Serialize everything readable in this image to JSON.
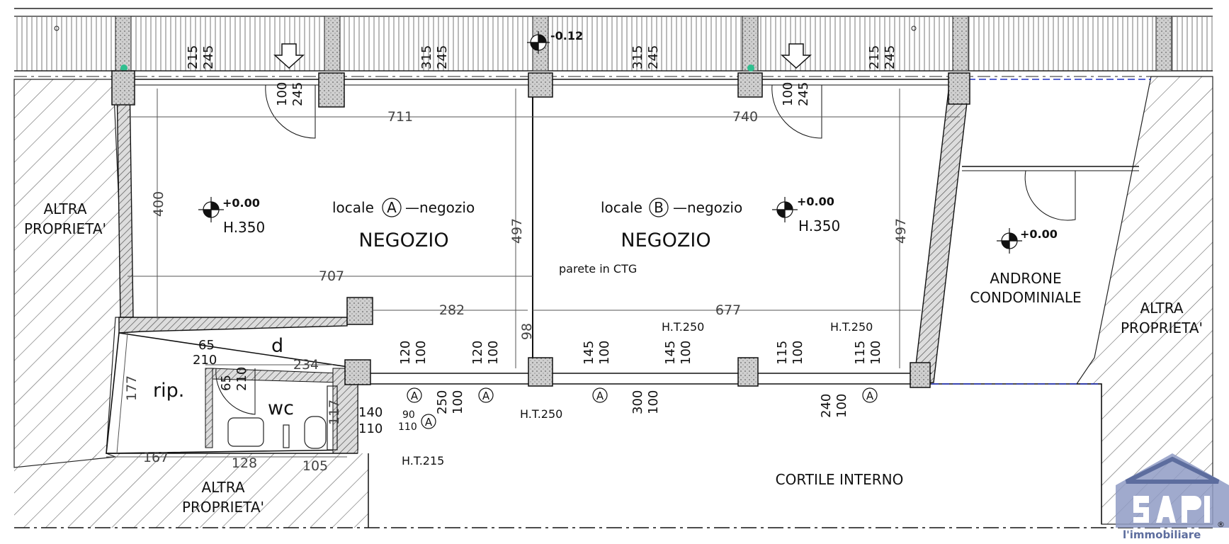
{
  "rooms": {
    "locale_a": {
      "prefix": "locale",
      "letter": "A",
      "suffix": "—negozio",
      "name": "NEGOZIO",
      "height": "H.350",
      "level": "+0.00"
    },
    "locale_b": {
      "prefix": "locale",
      "letter": "B",
      "suffix": "—negozio",
      "name": "NEGOZIO",
      "height": "H.350",
      "level": "+0.00"
    },
    "androne": {
      "line1": "ANDRONE",
      "line2": "CONDOMINIALE",
      "level": "+0.00"
    },
    "rip": "rip.",
    "wc": "wc",
    "d": "d",
    "cortile": "CORTILE  INTERNO",
    "altra_left": {
      "line1": "ALTRA",
      "line2": "PROPRIETA'"
    },
    "altra_right": {
      "line1": "ALTRA",
      "line2": "PROPRIETA'"
    },
    "altra_bottom": {
      "line1": "ALTRA",
      "line2": "PROPRIETA'"
    }
  },
  "levels": {
    "street": "-0.12"
  },
  "dimensions": {
    "width_a_top": "711",
    "width_b_top": "740",
    "width_a_mid": "707",
    "width_b_mid": "677",
    "depth_a": "400",
    "depth_a_right": "497",
    "depth_b_right": "497",
    "stair_width": "282",
    "small_98": "98",
    "rip_depth": "177",
    "wc_width": "234",
    "wc_depth": "117",
    "bottom_167": "167",
    "bottom_128": "128",
    "bottom_105": "105"
  },
  "openings": {
    "win1": {
      "w": "215",
      "h": "245"
    },
    "win2": {
      "w": "315",
      "h": "245"
    },
    "win3": {
      "w": "315",
      "h": "245"
    },
    "win4": {
      "w": "215",
      "h": "245"
    },
    "door1": {
      "w": "100",
      "h": "245"
    },
    "door2": {
      "w": "100",
      "h": "245"
    },
    "rear1": {
      "w": "120",
      "h": "100"
    },
    "rear2": {
      "w": "120",
      "h": "100"
    },
    "rear3": {
      "w": "145",
      "h": "100"
    },
    "rear4": {
      "w": "145",
      "h": "100"
    },
    "rear5": {
      "w": "115",
      "h": "100"
    },
    "rear6": {
      "w": "115",
      "h": "100"
    },
    "low1": {
      "w": "250",
      "h": "100"
    },
    "low2": {
      "w": "300",
      "h": "100"
    },
    "low3": {
      "w": "240",
      "h": "100"
    },
    "wc_door": {
      "w": "65",
      "h": "210"
    },
    "rip_door": {
      "w": "65",
      "h": "210"
    },
    "wc_win": {
      "w": "140",
      "h": "110"
    },
    "wc_win2": {
      "w": "90",
      "h": "110"
    }
  },
  "notes": {
    "parete": "parete  in  CTG",
    "ht250_a": "H.T.250",
    "ht250_b": "H.T.250",
    "ht250_c": "H.T.250",
    "ht215": "H.T.215",
    "marker_letter": "A"
  },
  "logo": {
    "text": "l'immobiliare",
    "letters": "SAPI",
    "mark": "®"
  },
  "colors": {
    "line": "#111111",
    "hatch": "#555555",
    "dim": "#555555",
    "dash_blue": "#1f2fbf",
    "logo_blue": "#5d6d9e",
    "marker_green": "#2fbf8f"
  }
}
